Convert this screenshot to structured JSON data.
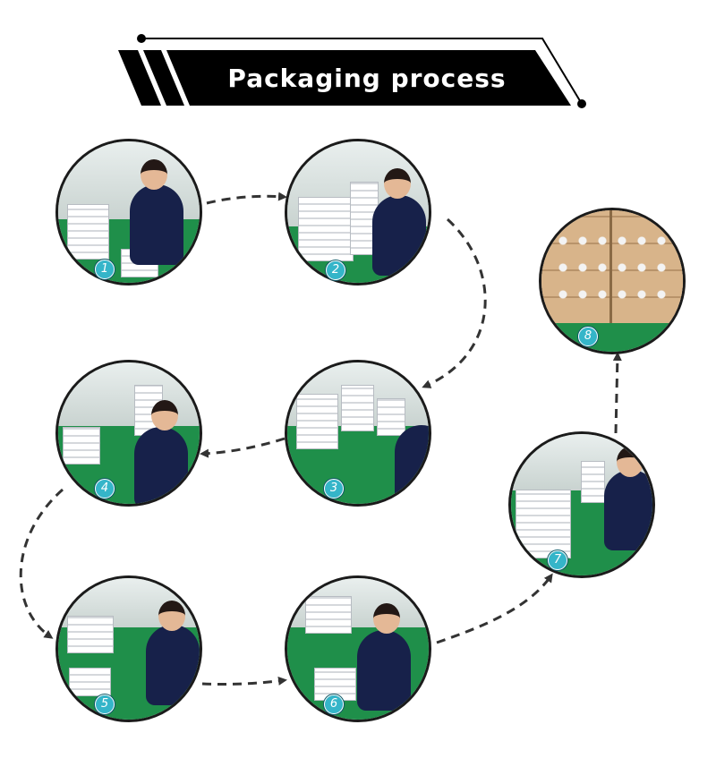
{
  "title": "Packaging process",
  "steps": [
    {
      "number": "1",
      "photo": "worker-bagging-items"
    },
    {
      "number": "2",
      "photo": "worker-stacking-boxes"
    },
    {
      "number": "3",
      "photo": "boxes-and-labels-on-table"
    },
    {
      "number": "4",
      "photo": "worker-sealing-envelopes"
    },
    {
      "number": "5",
      "photo": "worker-boxing-products"
    },
    {
      "number": "6",
      "photo": "worker-checking-boxes"
    },
    {
      "number": "7",
      "photo": "boxes-stacked-for-cartons"
    },
    {
      "number": "8",
      "photo": "cartons-in-warehouse"
    }
  ],
  "colors": {
    "banner": "#000000",
    "badge": "#35b5c9",
    "arrow": "#333333",
    "floor": "#1f8f4a"
  }
}
